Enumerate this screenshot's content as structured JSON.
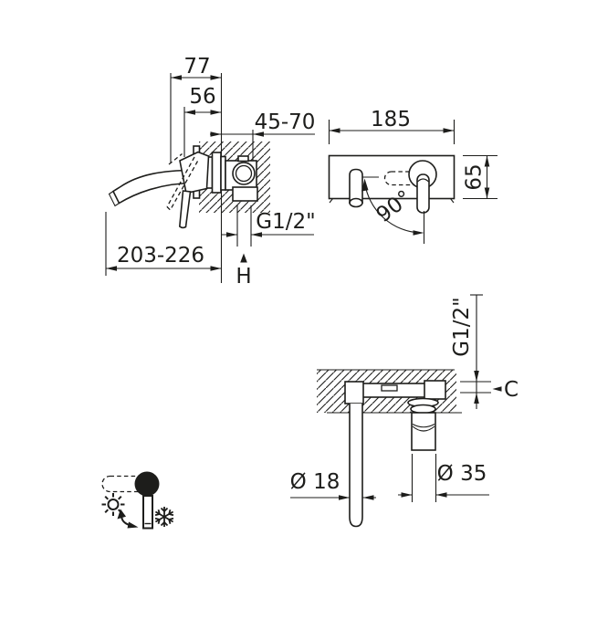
{
  "page": {
    "background": "#ffffff",
    "line_color": "#1d1d1b",
    "description": "wall-mounted-basin-mixer-dimension-drawing"
  },
  "side_view": {
    "dim_projection_total": "77",
    "dim_projection_inner": "56",
    "dim_mounting_depth_range": "45-70",
    "dim_thread": "G1/2\"",
    "dim_spout_reach_range": "203-226",
    "ref_marker": "H"
  },
  "front_view": {
    "dim_plate_width": "185",
    "dim_plate_height": "65",
    "dim_handle_rotation": "90°"
  },
  "section_view": {
    "dim_thread": "G1/2\"",
    "ref_marker": "C",
    "dim_spout_diameter": "Ø 18",
    "dim_handle_diameter": "Ø 35"
  },
  "handle_detail": {
    "hot_icon": "sun-icon",
    "cold_icon": "snowflake-icon"
  }
}
